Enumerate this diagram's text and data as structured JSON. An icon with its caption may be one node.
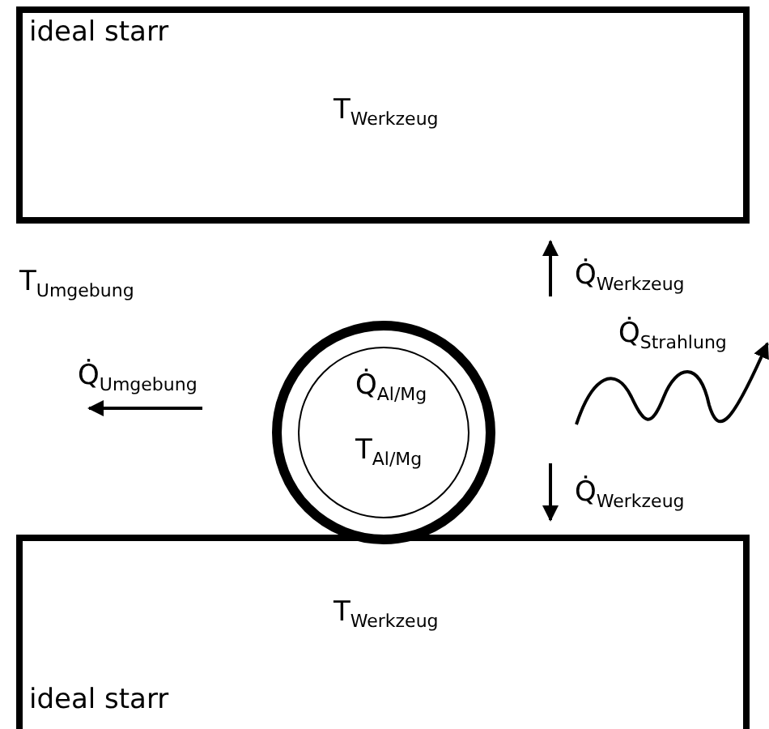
{
  "diagram": {
    "nodes": [
      {
        "text": [
          "ideal starr",
          "T$_{Werkzeug}$"
        ]
      },
      {
        "text": [
          "T$_{Werkzeug}$",
          "ideal starr"
        ]
      },
      {
        "text": [],
        "shape": "circle"
      },
      {
        "text": [
          "Q̇$_{Al/Mg}$",
          "T$_{Al/Mg}$"
        ],
        "in": 2
      }
    ],
    "edges": [],
    "labels": [
      "T$_{Umgebung}$",
      "Q̇$_{Werkzeug}$",
      "Q̇$_{Umgebung}$",
      "Q̇$_{Strahlung}$",
      "Q̇$_{Werkzeug}$"
    ]
  }
}
